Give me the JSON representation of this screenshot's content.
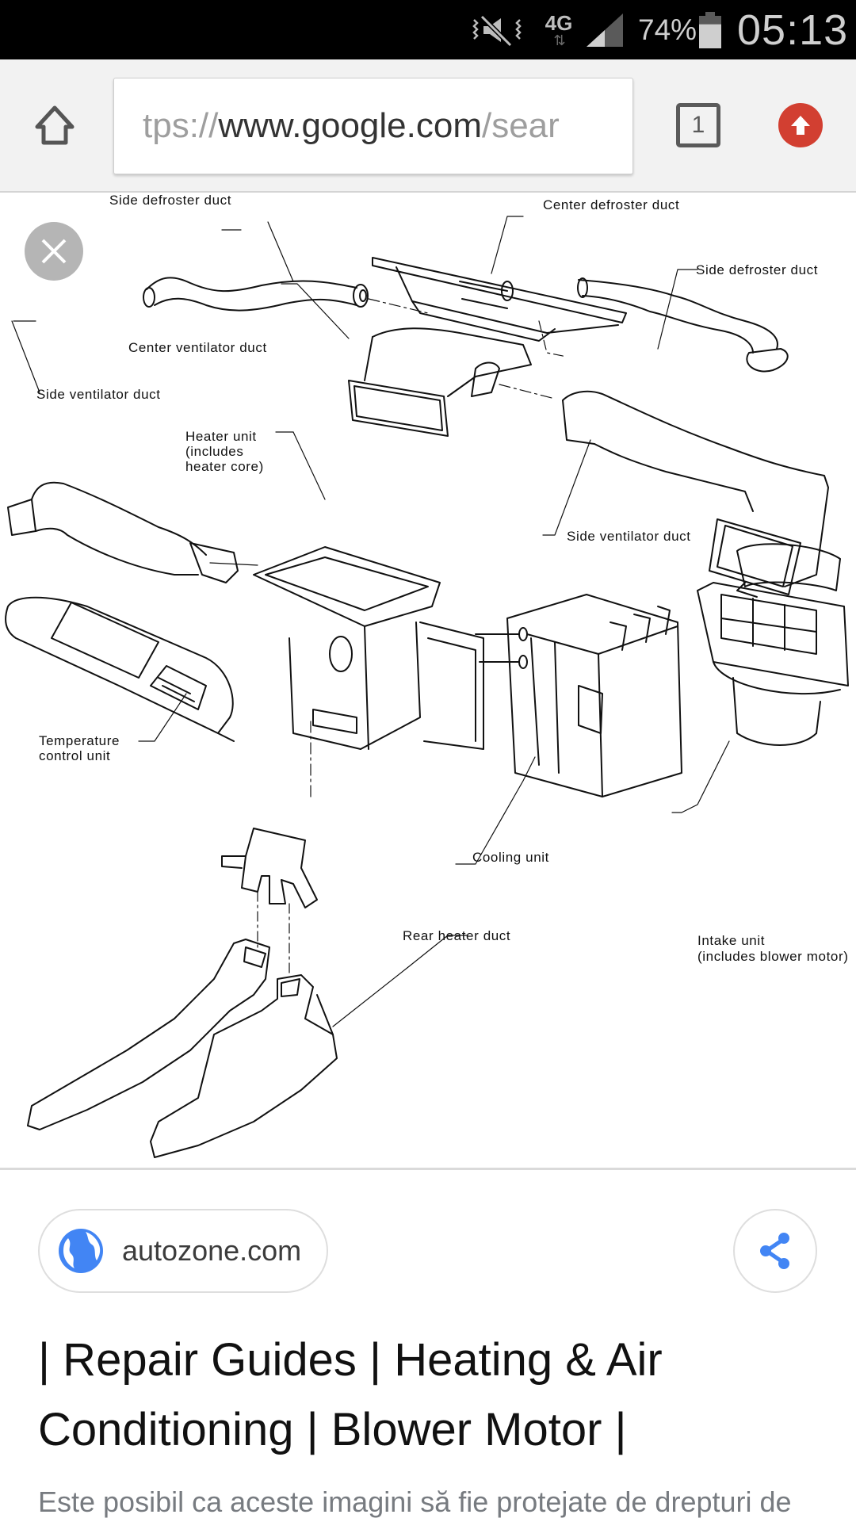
{
  "status_bar": {
    "mute_icon": "vibrate-mute-icon",
    "network_type": "4G",
    "data_arrows": "⇅",
    "signal_icon": "signal-strength-icon",
    "battery_percent": "74%",
    "battery_level": 0.74,
    "time": "05:13"
  },
  "browser": {
    "home_icon": "home-icon",
    "url": {
      "scheme": "tps://",
      "host": "www.google.com",
      "path": "/sear"
    },
    "tab_count": "1",
    "update_icon": "update-arrow-icon",
    "colors": {
      "update": "#d23f31"
    }
  },
  "viewer": {
    "close_icon": "close-icon",
    "labels": {
      "side_defroster_left": "Side defroster duct",
      "center_defroster": "Center defroster duct",
      "side_defroster_right": "Side defroster duct",
      "center_ventilator": "Center ventilator duct",
      "side_ventilator_left": "Side ventilator duct",
      "heater_unit_1": "Heater unit",
      "heater_unit_2": "(includes",
      "heater_unit_3": "heater core)",
      "side_ventilator_right": "Side ventilator duct",
      "temp_control_1": "Temperature",
      "temp_control_2": "control unit",
      "cooling_unit": "Cooling unit",
      "rear_heater": "Rear heater duct",
      "intake_1": "Intake unit",
      "intake_2": "(includes blower motor)"
    }
  },
  "result": {
    "source_domain": "autozone.com",
    "globe_icon": "globe-icon",
    "share_icon": "share-icon",
    "title": "| Repair Guides | Heating & Air Conditioning | Blower Motor |",
    "copyright_note": "Este posibil ca aceste imagini să fie protejate de drepturi de",
    "colors": {
      "accent": "#4285f4"
    }
  }
}
